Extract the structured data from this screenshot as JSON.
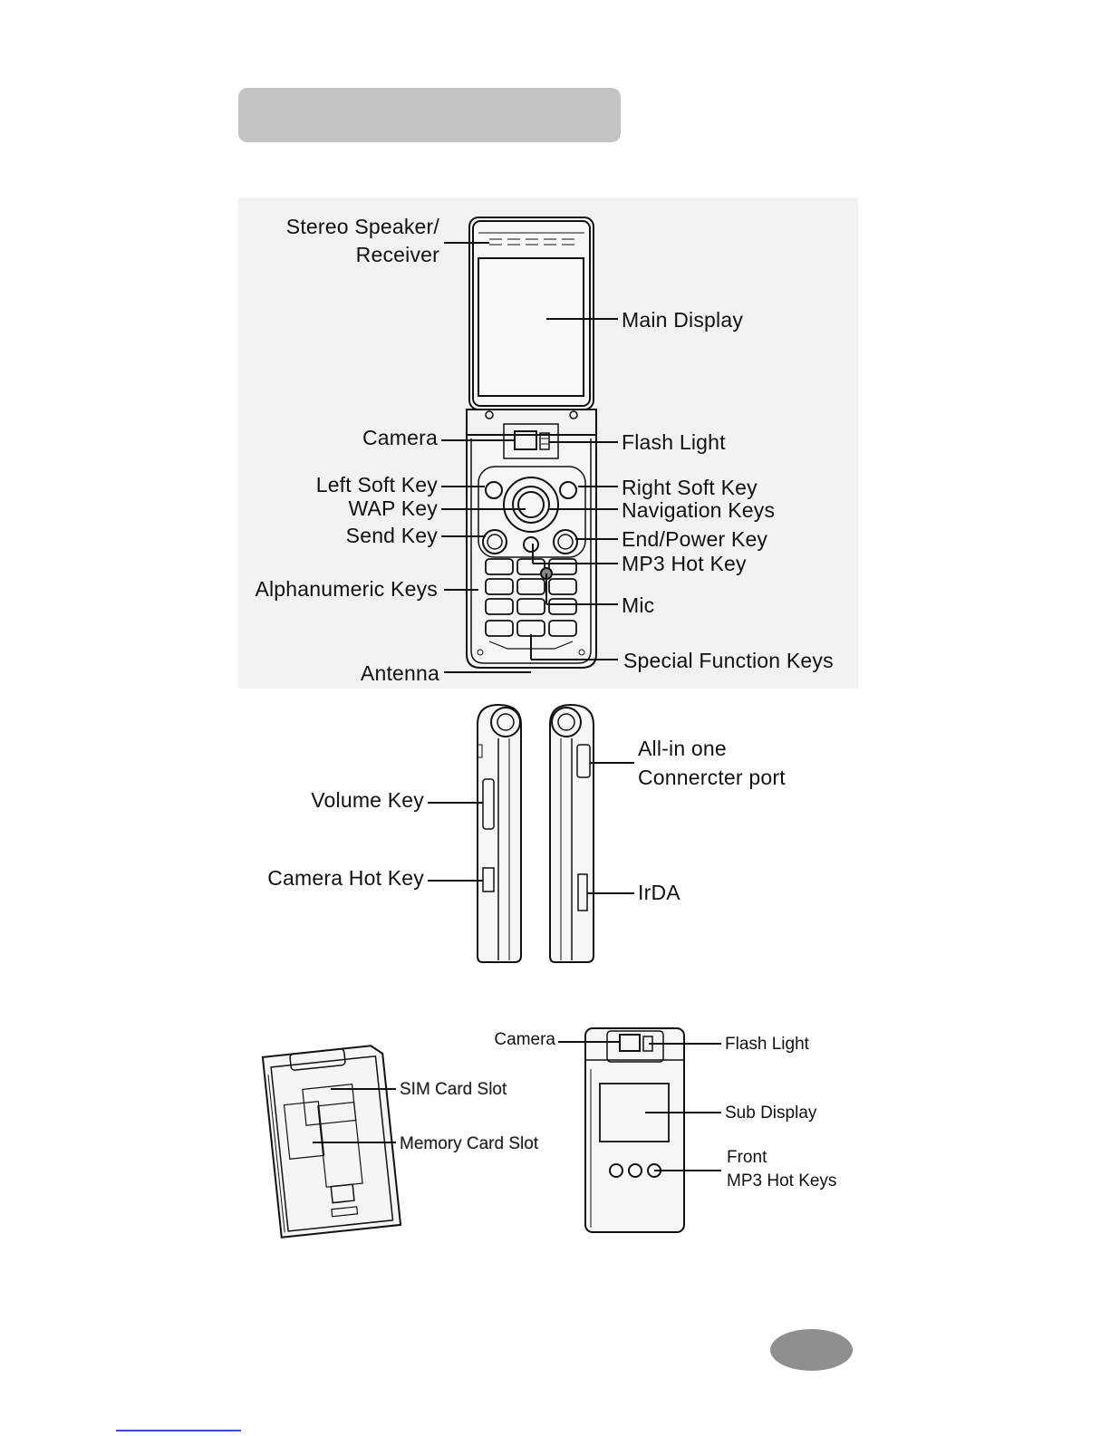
{
  "labels": {
    "stereo_speaker": "Stereo Speaker/",
    "receiver": "Receiver",
    "main_display": "Main Display",
    "camera": "Camera",
    "flash_light": "Flash Light",
    "left_soft_key": "Left Soft Key",
    "right_soft_key": "Right Soft Key",
    "wap_key": "WAP Key",
    "navigation_keys": "Navigation Keys",
    "send_key": "Send Key",
    "end_power_key": "End/Power Key",
    "mp3_hot_key": "MP3 Hot Key",
    "alphanumeric_keys": "Alphanumeric Keys",
    "mic": "Mic",
    "special_function_keys": "Special Function Keys",
    "antenna": "Antenna",
    "volume_key": "Volume Key",
    "camera_hot_key": "Camera Hot Key",
    "all_in_one_1": "All-in one",
    "all_in_one_2": "Connercter port",
    "irda": "IrDA",
    "sim_card_slot": "SIM Card Slot",
    "memory_card_slot": "Memory Card Slot",
    "back_camera": "Camera",
    "back_flash_light": "Flash Light",
    "sub_display": "Sub Display",
    "front_mp3_1": "Front",
    "front_mp3_2": "MP3 Hot Keys"
  }
}
